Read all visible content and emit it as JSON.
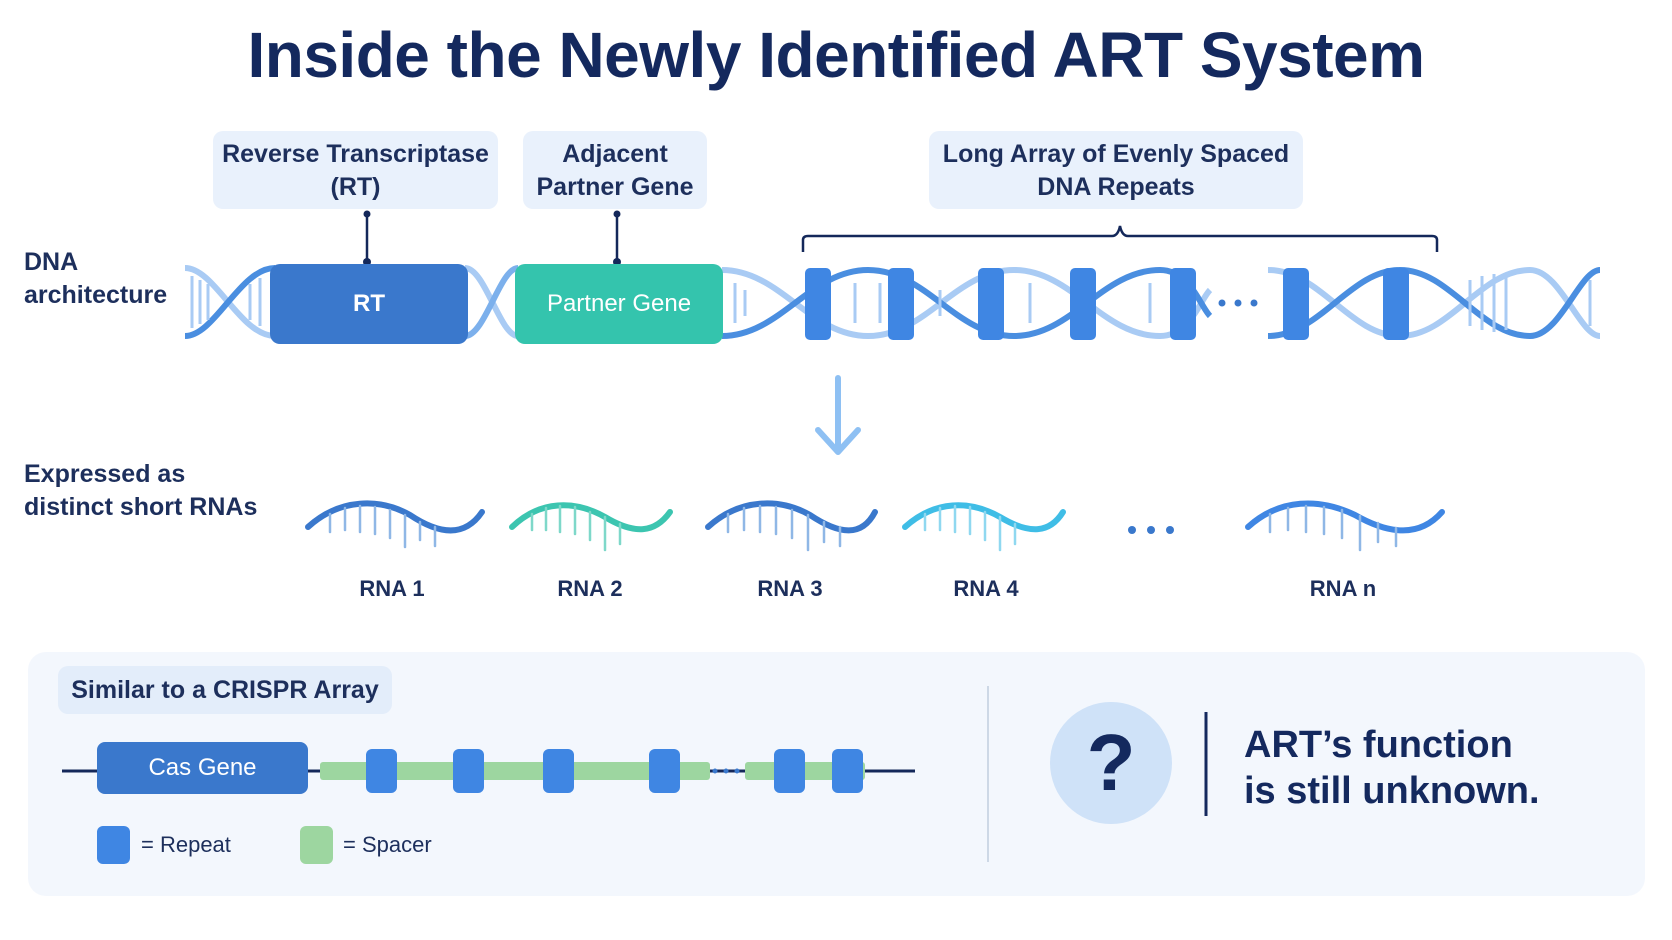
{
  "title": "Inside the Newly Identified ART System",
  "callouts": {
    "rt": {
      "line1": "Reverse Transcriptase",
      "line2": "(RT)"
    },
    "partner": {
      "line1": "Adjacent",
      "line2": "Partner Gene"
    },
    "repeats": {
      "line1": "Long Array of Evenly Spaced",
      "line2": "DNA Repeats"
    }
  },
  "dna_row": {
    "label_line1": "DNA",
    "label_line2": "architecture",
    "rt_box": "RT",
    "partner_box": "Partner Gene",
    "ellipsis": "…"
  },
  "rna_row": {
    "label_line1": "Expressed as",
    "label_line2": "distinct short RNAs",
    "rnas": [
      "RNA 1",
      "RNA 2",
      "RNA 3",
      "RNA 4",
      "RNA n"
    ],
    "ellipsis": "•••"
  },
  "crispr": {
    "tag": "Similar to a CRISPR Array",
    "cas_gene": "Cas Gene",
    "ellipsis": "•••",
    "legend_repeat": "= Repeat",
    "legend_spacer": "= Spacer"
  },
  "unknown": {
    "symbol": "?",
    "line1": "ART’s function",
    "line2": "is still unknown."
  },
  "colors": {
    "title": "#14295e",
    "rt_box": "#3a78cc",
    "partner_box": "#34c4ad",
    "repeat_block": "#3f86e3",
    "helix_dark": "#4a8ee0",
    "helix_light": "#a9cbf4",
    "spacer": "#9dd6a0",
    "panel": "#f3f7fd"
  }
}
